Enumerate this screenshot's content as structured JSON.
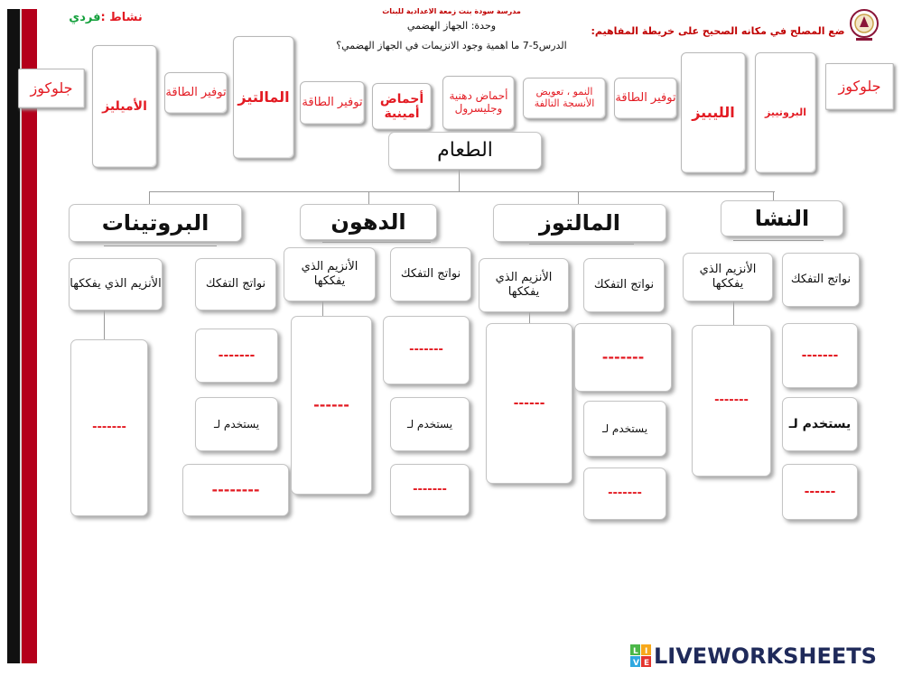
{
  "header": {
    "school": "مدرسة سودة بنت زمعة  الاعدادية للبنات",
    "unit": "وحدة: الجهاز الهضمي",
    "lesson": "الدرس5-7 ما اهمية وجود الانزيمات في الجهاز الهضمي؟",
    "instruction": "ضع المصلح في مكانه الصحيح على خريطة المفاهيم:",
    "activity_label": "نشاط :",
    "activity_type": "فردي"
  },
  "word_bank": [
    "جلوكوز",
    "الأميليز",
    "توفير الطاقة",
    "المالتيز",
    "توفير الطاقة",
    "أحماض أمينية",
    "أحماض دهنية وجليسرول",
    "النمو ، تعويض الأنسجة التالفة",
    "توفير الطاقة",
    "الليبيز",
    "البروتييز",
    "جلوكوز"
  ],
  "root": "الطعام",
  "categories": {
    "starch": "النشا",
    "maltose": "المالتوز",
    "fats": "الدهون",
    "proteins": "البروتينات"
  },
  "labels": {
    "enzyme": "الأنزيم الذي يفككها",
    "products": "نواتج التفكك",
    "used_for": "يستخدم لـ",
    "blank": "-------",
    "blank_short": "------",
    "blank_long": "--------"
  },
  "brand": {
    "name": "LIVEWORKSHEETS",
    "icon_letters": [
      "L",
      "I",
      "V",
      "E"
    ]
  }
}
